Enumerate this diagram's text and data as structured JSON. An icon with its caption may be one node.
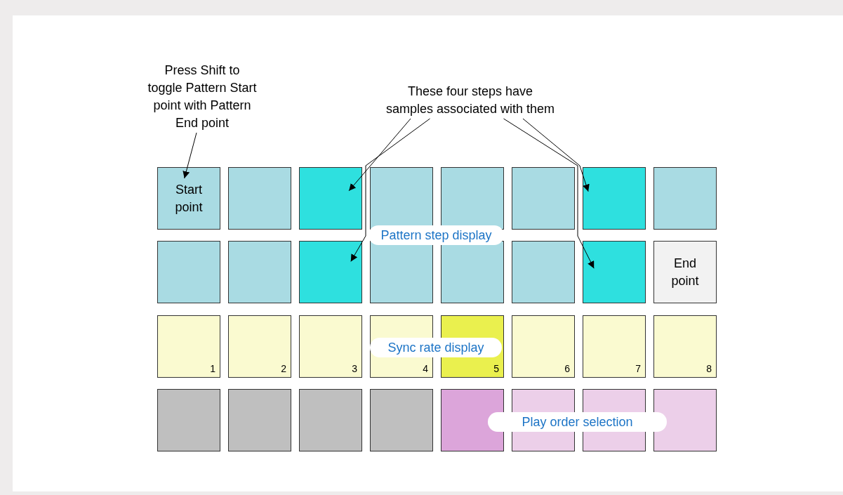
{
  "diagram": {
    "nodes": [
      {
        "text": [
          "Press Shift to toggle Pattern Start point with Pattern End point"
        ]
      },
      {
        "text": [
          "These four steps have samples associated with them"
        ]
      },
      {
        "text": [
          "Start point"
        ]
      },
      {
        "text": [],
        "shape": "box"
      },
      {
        "text": [],
        "shape": "box"
      },
      {
        "text": [],
        "shape": "box"
      },
      {
        "text": [],
        "shape": "box"
      },
      {
        "text": [],
        "shape": "box"
      },
      {
        "text": [],
        "shape": "box"
      },
      {
        "text": [],
        "shape": "box"
      },
      {
        "text": [
          "Pattern step display"
        ]
      },
      {
        "text": [],
        "shape": "box"
      },
      {
        "text": [],
        "shape": "box"
      },
      {
        "text": [],
        "shape": "box"
      },
      {
        "text": [],
        "shape": "box"
      },
      {
        "text": [],
        "shape": "box"
      },
      {
        "text": [],
        "shape": "box"
      },
      {
        "text": [],
        "shape": "box"
      },
      {
        "text": [
          "End point"
        ]
      },
      {
        "text": [
          "1"
        ]
      },
      {
        "text": [
          "2"
        ]
      },
      {
        "text": [
          "3"
        ]
      },
      {
        "text": [
          "4"
        ]
      },
      {
        "text": [
          "5"
        ]
      },
      {
        "text": [
          "6"
        ]
      },
      {
        "text": [
          "7"
        ]
      },
      {
        "text": [
          "8"
        ]
      },
      {
        "text": [
          "Sync rate display"
        ]
      },
      {
        "text": [],
        "shape": "box"
      },
      {
        "text": [],
        "shape": "box"
      },
      {
        "text": [],
        "shape": "box"
      },
      {
        "text": [],
        "shape": "box"
      },
      {
        "text": [],
        "shape": "box"
      },
      {
        "text": [],
        "shape": "box"
      },
      {
        "text": [],
        "shape": "box"
      },
      {
        "text": [],
        "shape": "box"
      },
      {
        "text": [
          "Play order selection"
        ]
      }
    ],
    "edges": [
      {
        "from": 0,
        "to": 2,
        "arrow": "to"
      },
      {
        "from": 1,
        "to": 4,
        "arrow": "to"
      },
      {
        "from": 1,
        "to": 13,
        "arrow": "to"
      },
      {
        "from": 1,
        "to": 8,
        "arrow": "to"
      },
      {
        "from": 1,
        "to": 17,
        "arrow": "to"
      }
    ]
  }
}
